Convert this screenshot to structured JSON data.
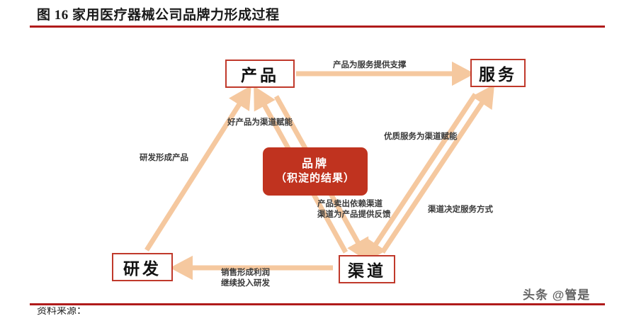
{
  "figure": {
    "title": "图 16 家用医疗器械公司品牌力形成过程",
    "accent_color": "#b01b1b",
    "node_border_color": "#c0392b",
    "arrow_color": "#f5c89f",
    "brand_fill_color": "#c0331f"
  },
  "nodes": {
    "product": "产品",
    "service": "服务",
    "rd": "研发",
    "channel": "渠道",
    "brand_line1": "品牌",
    "brand_line2": "（积淀的结果）"
  },
  "edge_labels": {
    "product_to_service": "产品为服务提供支撑",
    "product_to_channel": "好产品为渠道赋能",
    "rd_to_product": "研发形成产品",
    "service_to_channel": "优质服务为渠道赋能",
    "channel_to_service": "渠道决定服务方式",
    "channel_product_a": "产品卖出依赖渠道",
    "channel_product_b": "渠道为产品提供反馈",
    "channel_to_rd_a": "销售形成利润",
    "channel_to_rd_b": "继续投入研发"
  },
  "watermark": "头条 @管是",
  "footer": {
    "clipped_text": "资料来源："
  }
}
